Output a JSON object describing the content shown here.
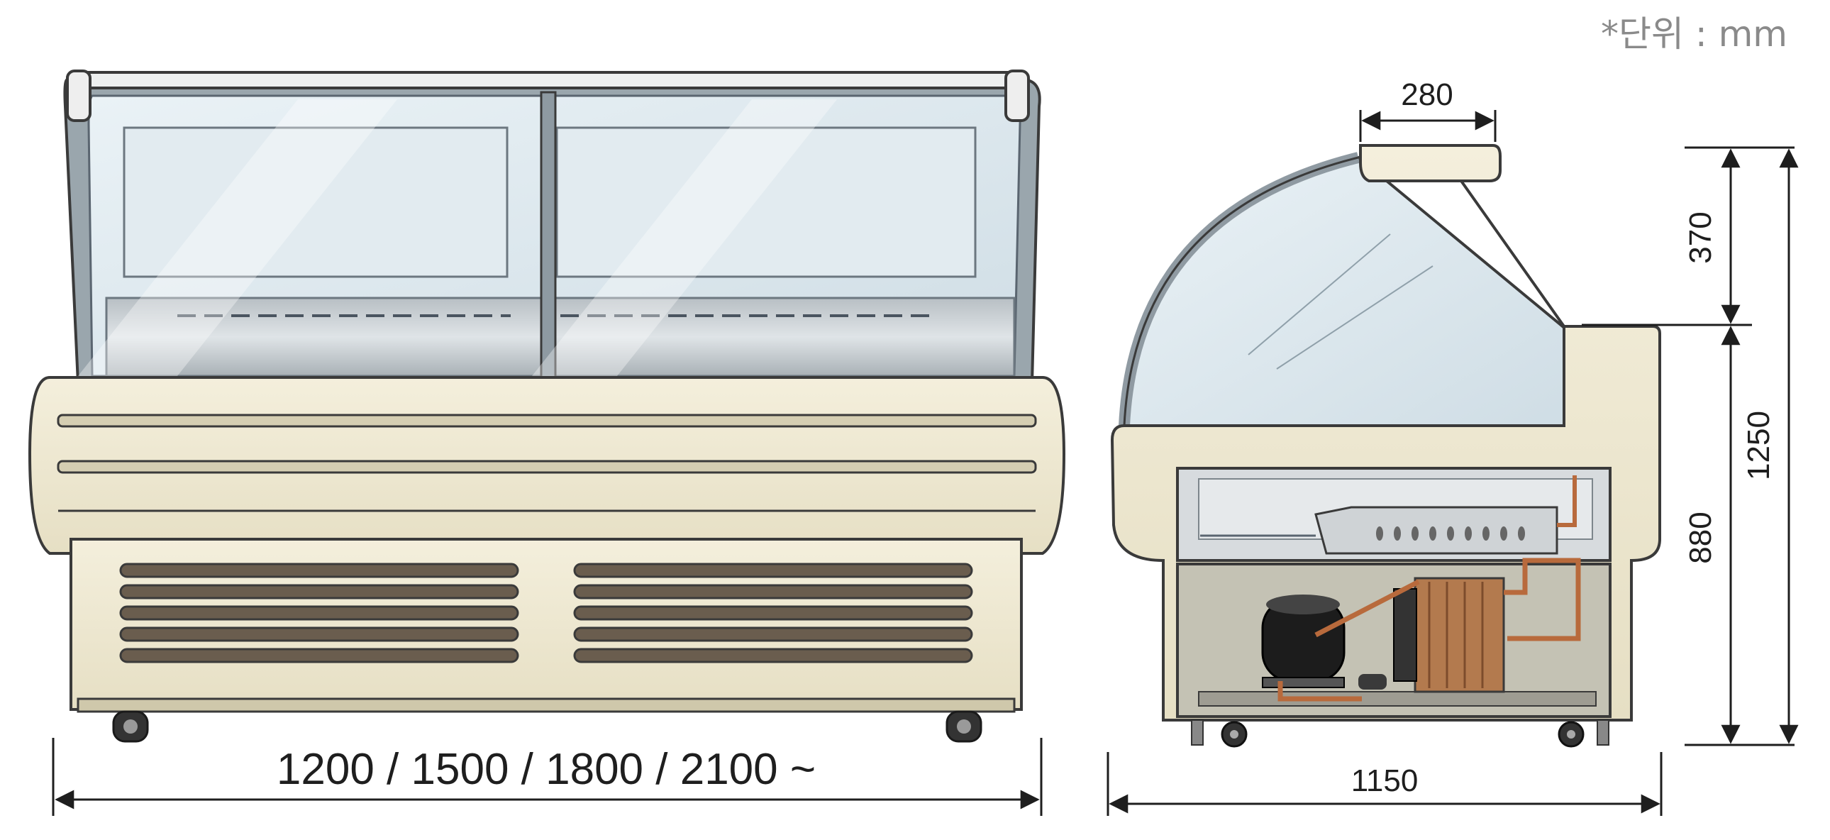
{
  "unit_note": "*단위 : mm",
  "front_view": {
    "width_label": "1200 / 1500 / 1800 / 2100 ~"
  },
  "side_view": {
    "depth_label": "1150",
    "top_width_label": "280",
    "glass_height_label": "370",
    "body_height_label": "880",
    "total_height_label": "1250"
  },
  "colors": {
    "cabinet": "#efe9d2",
    "outline": "#3a3a3a",
    "glass": "#dde8ee",
    "interior": "#c9cdd0",
    "copper": "#b86a3c",
    "compressor": "#1c1c1c"
  }
}
